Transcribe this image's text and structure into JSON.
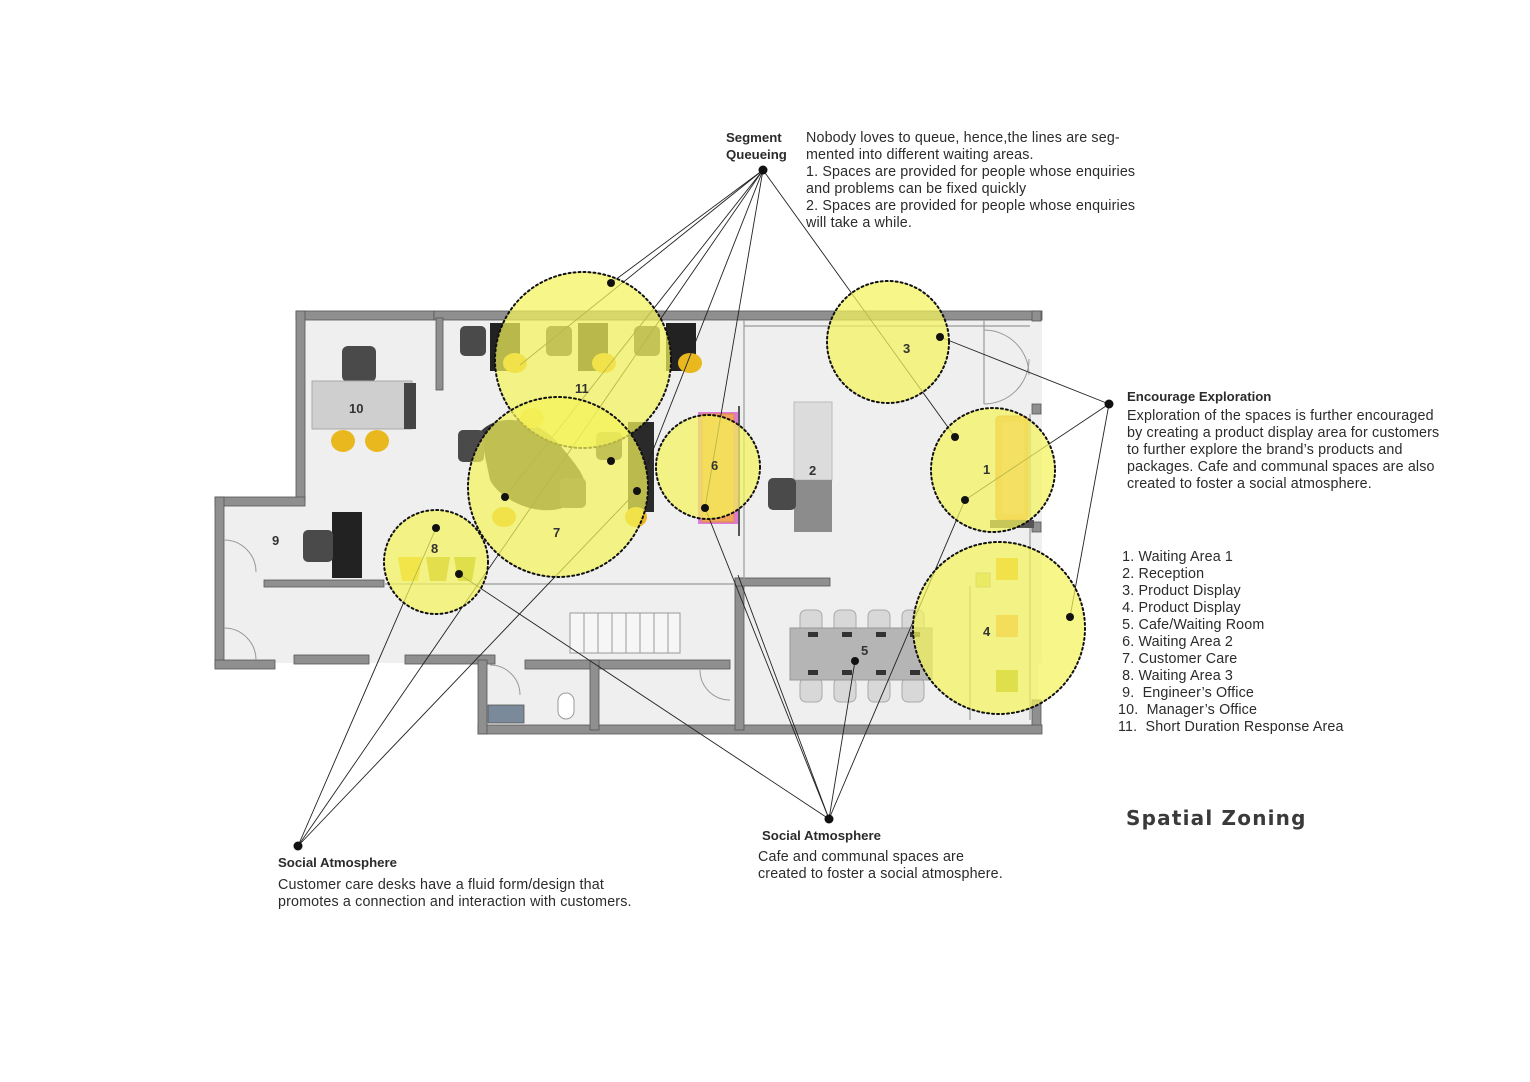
{
  "diagram_title": "Spatial Zoning",
  "annotations": {
    "segment_queueing": {
      "title_line1": "Segment",
      "title_line2": "Queueing",
      "text": "Nobody loves to queue, hence,the lines are seg-\nmented into different waiting areas.\n1. Spaces are provided for people whose enquiries\nand problems can be fixed quickly\n2. Spaces are provided for people whose enquiries\nwill take a while."
    },
    "encourage_exploration": {
      "title": "Encourage Exploration",
      "text": "Exploration of the spaces is further  encouraged\nby creating a product display area for customers\nto further explore the brand’s products and\npackages. Cafe and communal spaces are also\ncreated to foster a social atmosphere."
    },
    "social_atmosphere_left": {
      "title": "Social Atmosphere",
      "text": "Customer care desks have a fluid form/design that\npromotes a connection and interaction with customers."
    },
    "social_atmosphere_center": {
      "title": "Social Atmosphere",
      "text": "Cafe and communal spaces are\ncreated to foster a social atmosphere."
    }
  },
  "legend": [
    " 1. Waiting Area 1",
    " 2. Reception",
    " 3. Product Display",
    " 4. Product Display",
    " 5. Cafe/Waiting Room",
    " 6. Waiting Area 2",
    " 7. Customer Care",
    " 8. Waiting Area 3",
    " 9.  Engineer’s Office",
    "10.  Manager’s Office",
    "11.  Short Duration Response Area"
  ],
  "zone_labels": [
    "1",
    "2",
    "3",
    "4",
    "5",
    "6",
    "7",
    "8",
    "9",
    "10",
    "11"
  ],
  "colors": {
    "zone_fill": "#f4f25a",
    "zone_stroke": "#111111",
    "wall": "#8f8f8f",
    "floor": "#efefef",
    "chair_yellow": "#e8b81e",
    "sofa": "#f2a45c",
    "bench_pink": "#e07ad8"
  }
}
